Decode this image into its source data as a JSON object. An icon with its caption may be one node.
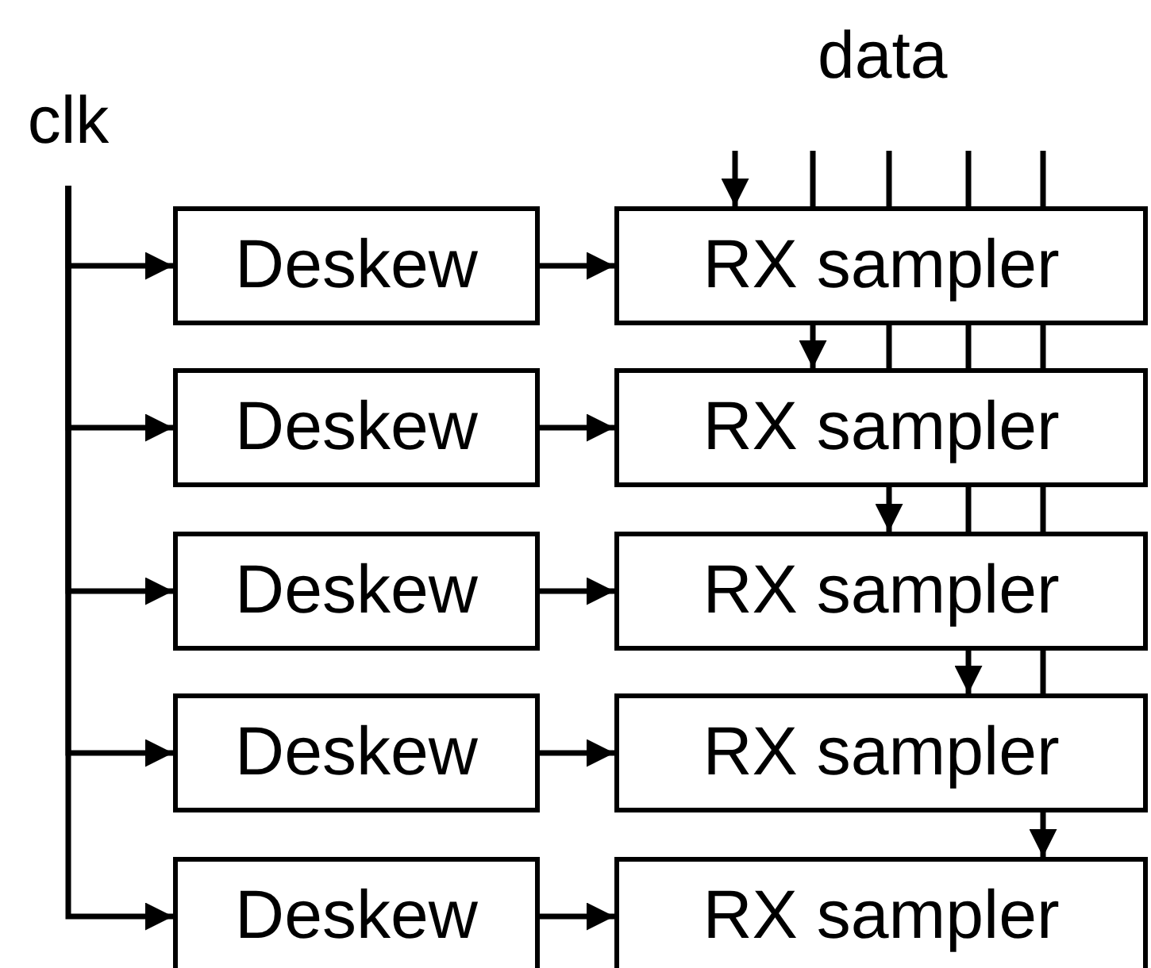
{
  "diagram": {
    "nodes": [
      {
        "text": [
          "clk"
        ]
      },
      {
        "text": [
          "Deskew"
        ]
      },
      {
        "text": [
          "RX sampler"
        ]
      },
      {
        "text": [
          "Deskew"
        ]
      },
      {
        "text": [
          "RX sampler"
        ]
      },
      {
        "text": [
          "Deskew"
        ]
      },
      {
        "text": [
          "RX sampler"
        ]
      },
      {
        "text": [
          "Deskew"
        ]
      },
      {
        "text": [
          "RX sampler"
        ]
      },
      {
        "text": [
          "Deskew"
        ]
      },
      {
        "text": [
          "RX sampler"
        ]
      }
    ],
    "edges": [
      {
        "from": 0,
        "to": 1,
        "arrow": "to"
      },
      {
        "from": 0,
        "to": 3,
        "arrow": "to"
      },
      {
        "from": 0,
        "to": 5,
        "arrow": "to"
      },
      {
        "from": 0,
        "to": 7,
        "arrow": "to"
      },
      {
        "from": 0,
        "to": 9,
        "arrow": "to"
      },
      {
        "from": 1,
        "to": 2,
        "arrow": "to"
      },
      {
        "from": 3,
        "to": 4,
        "arrow": "to"
      },
      {
        "from": 5,
        "to": 6,
        "arrow": "to"
      },
      {
        "from": 7,
        "to": 8,
        "arrow": "to"
      },
      {
        "from": 9,
        "to": 10,
        "arrow": "to"
      },
      {
        "from": null,
        "to": 2,
        "arrow": "to"
      },
      {
        "from": null,
        "to": 4,
        "arrow": "to"
      },
      {
        "from": null,
        "to": 6,
        "arrow": "to"
      },
      {
        "from": null,
        "to": 8,
        "arrow": "to"
      },
      {
        "from": null,
        "to": 10,
        "arrow": "to"
      }
    ],
    "labels": [
      "data"
    ]
  }
}
